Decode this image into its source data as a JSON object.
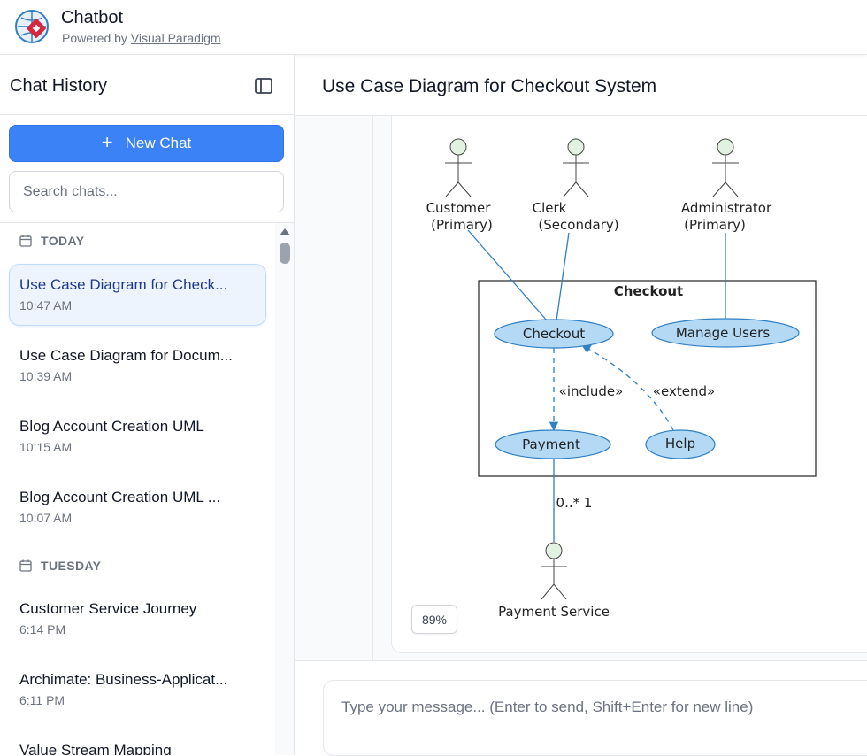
{
  "header": {
    "app_title": "Chatbot",
    "powered_prefix": "Powered by ",
    "powered_link": "Visual Paradigm"
  },
  "sidebar": {
    "title": "Chat History",
    "new_chat_label": "New Chat",
    "search_placeholder": "Search chats...",
    "groups": [
      {
        "label": "TODAY",
        "items": [
          {
            "title": "Use Case Diagram for Check...",
            "time": "10:47 AM",
            "active": true
          },
          {
            "title": "Use Case Diagram for Docum...",
            "time": "10:39 AM"
          },
          {
            "title": "Blog Account Creation UML",
            "time": "10:15 AM"
          },
          {
            "title": "Blog Account Creation UML ...",
            "time": "10:07 AM"
          }
        ]
      },
      {
        "label": "TUESDAY",
        "items": [
          {
            "title": "Customer Service Journey",
            "time": "6:14 PM"
          },
          {
            "title": "Archimate: Business-Applicat...",
            "time": "6:11 PM"
          },
          {
            "title": "Value Stream Mapping",
            "time": ""
          }
        ]
      }
    ]
  },
  "main": {
    "title": "Use Case Diagram for Checkout System",
    "zoom": "89%",
    "input_placeholder": "Type your message... (Enter to send, Shift+Enter for new line)"
  },
  "diagram": {
    "actors": {
      "customer": [
        "Customer",
        "(Primary)"
      ],
      "clerk": [
        "Clerk",
        "(Secondary)"
      ],
      "admin": [
        "Administrator",
        "(Primary)"
      ],
      "payment_service": "Payment Service"
    },
    "system_name": "Checkout",
    "use_cases": {
      "checkout": "Checkout",
      "manage_users": "Manage Users",
      "payment": "Payment",
      "help": "Help"
    },
    "include_label": "«include»",
    "extend_label": "«extend»",
    "multiplicity": "0..* 1",
    "colors": {
      "usecase_fill": "#b3d9f5",
      "actor_head": "#e2f2e0",
      "line": "#2f7fc4"
    }
  }
}
